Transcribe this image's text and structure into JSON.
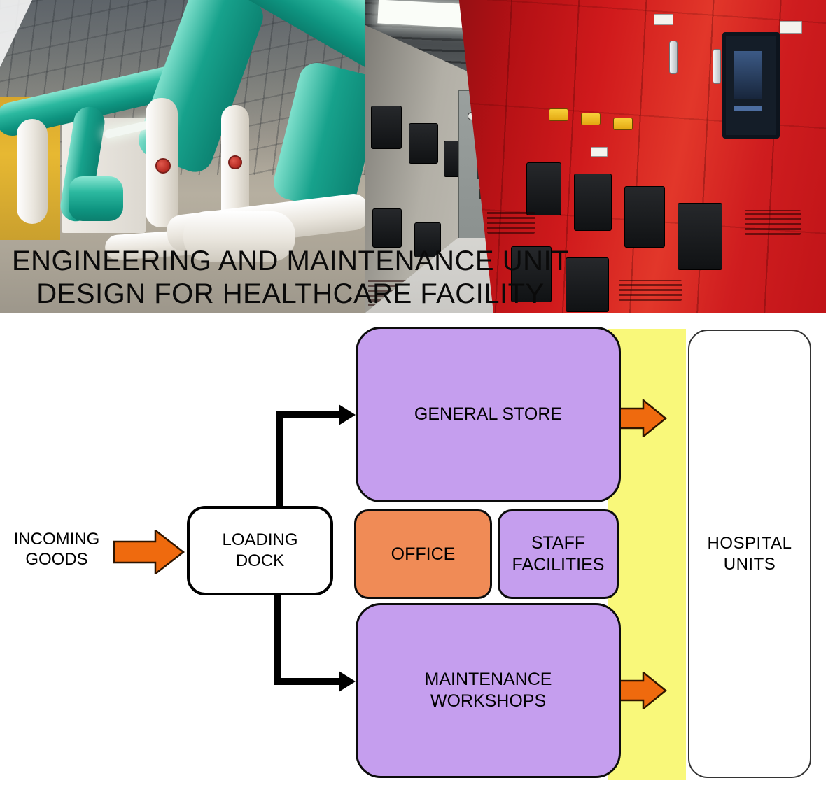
{
  "header": {
    "title_line1": "ENGINEERING AND MAINTENANCE UNIT",
    "title_line2": "DESIGN FOR HEALTHCARE FACILITY"
  },
  "photos": {
    "left": "Mechanical plant room with teal and white pipework",
    "right": "Electrical switchgear room with red and grey panels"
  },
  "diagram": {
    "incoming_goods": {
      "line1": "INCOMING",
      "line2": "GOODS"
    },
    "loading_dock": {
      "line1": "LOADING",
      "line2": "DOCK"
    },
    "general_store": {
      "label": "GENERAL STORE"
    },
    "office": {
      "label": "OFFICE"
    },
    "staff_facilities": {
      "line1": "STAFF",
      "line2": "FACILITIES"
    },
    "maintenance_workshops": {
      "line1": "MAINTENANCE",
      "line2": "WORKSHOPS"
    },
    "hospital_units": {
      "line1": "HOSPITAL",
      "line2": "UNITS"
    },
    "colors": {
      "department_purple": "#C59EEE",
      "office_orange": "#F08B56",
      "arrow_orange": "#EF6A0E",
      "corridor_yellow": "#F9F87A",
      "connector_black": "#000000"
    }
  }
}
